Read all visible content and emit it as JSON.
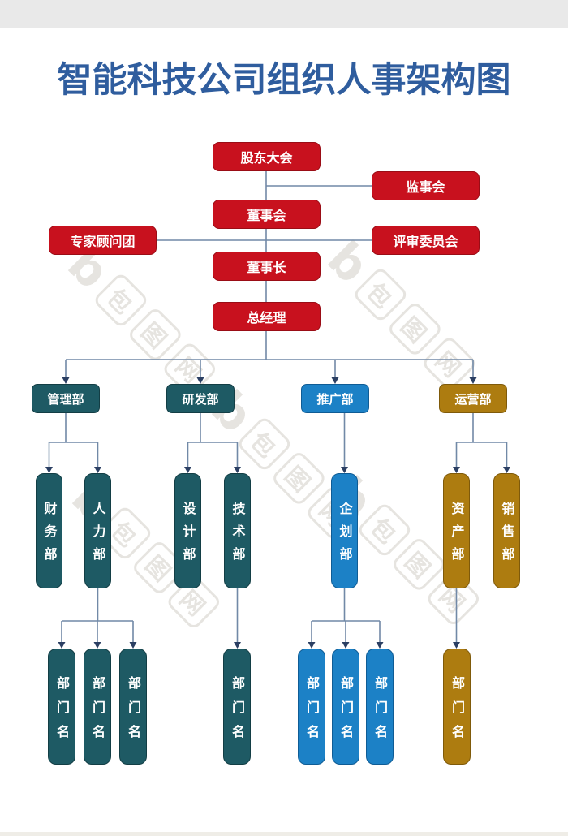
{
  "page": {
    "title": "智能科技公司组织人事架构图"
  },
  "watermark": {
    "logo": "b",
    "chars": [
      "包",
      "图",
      "网"
    ]
  },
  "colors": {
    "title_blue": "#2f5d9e",
    "box_red": "#c8111e",
    "box_teal": "#1e5a64",
    "box_blue": "#1c81c6",
    "box_gold": "#ad7c10",
    "connector_line": "#7189a7",
    "arrowhead": "#2b3f63",
    "top_band": "#e9e9e9"
  },
  "nodes": {
    "shareholders": "股东大会",
    "supervisors": "监事会",
    "board": "董事会",
    "advisors": "专家顾问团",
    "review": "评审委员会",
    "chairman": "董事长",
    "gm": "总经理",
    "dept_admin": "管理部",
    "dept_rd": "研发部",
    "dept_promo": "推广部",
    "dept_ops": "运营部",
    "finance": "财务部",
    "hr": "人力部",
    "design": "设计部",
    "tech": "技术部",
    "planning": "企划部",
    "asset": "资产部",
    "sales": "销售部",
    "generic": "部门名"
  }
}
